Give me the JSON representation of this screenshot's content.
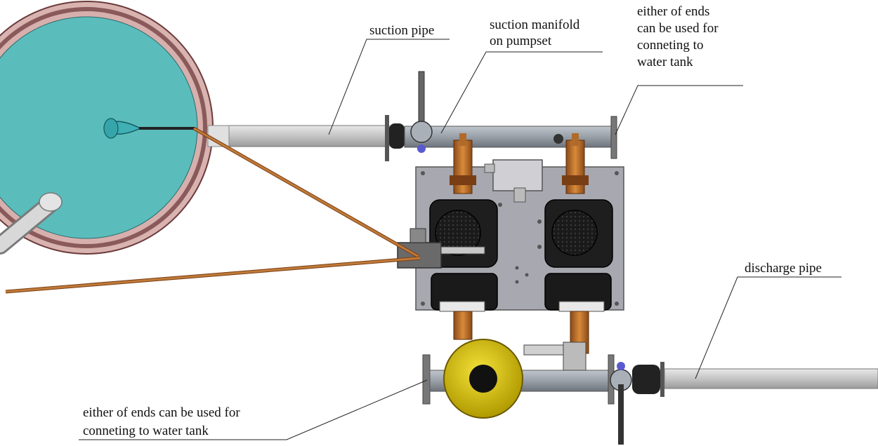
{
  "labels": {
    "suction_pipe": "suction pipe",
    "suction_manifold_line1": "suction manifold",
    "suction_manifold_line2": "on pumpset",
    "either_ends_top_line1": "either of ends",
    "either_ends_top_line2": "can be used for",
    "either_ends_top_line3": "conneting to",
    "either_ends_top_line4": "water tank",
    "discharge_pipe": "discharge pipe",
    "either_ends_bottom_line1": "either of ends can be used for",
    "either_ends_bottom_line2": "conneting to water tank"
  },
  "colors": {
    "tank_water": "#5bbcbc",
    "tank_rim": "#8a5a5a",
    "pipe": "#c8c8c8",
    "manifold": "#9aa0a8",
    "valve_brass": "#c8782a",
    "pump_body": "#1e1e1e",
    "panel": "#a8a8b0",
    "meter_yellow": "#e0c800",
    "cable": "#b06a2a"
  }
}
